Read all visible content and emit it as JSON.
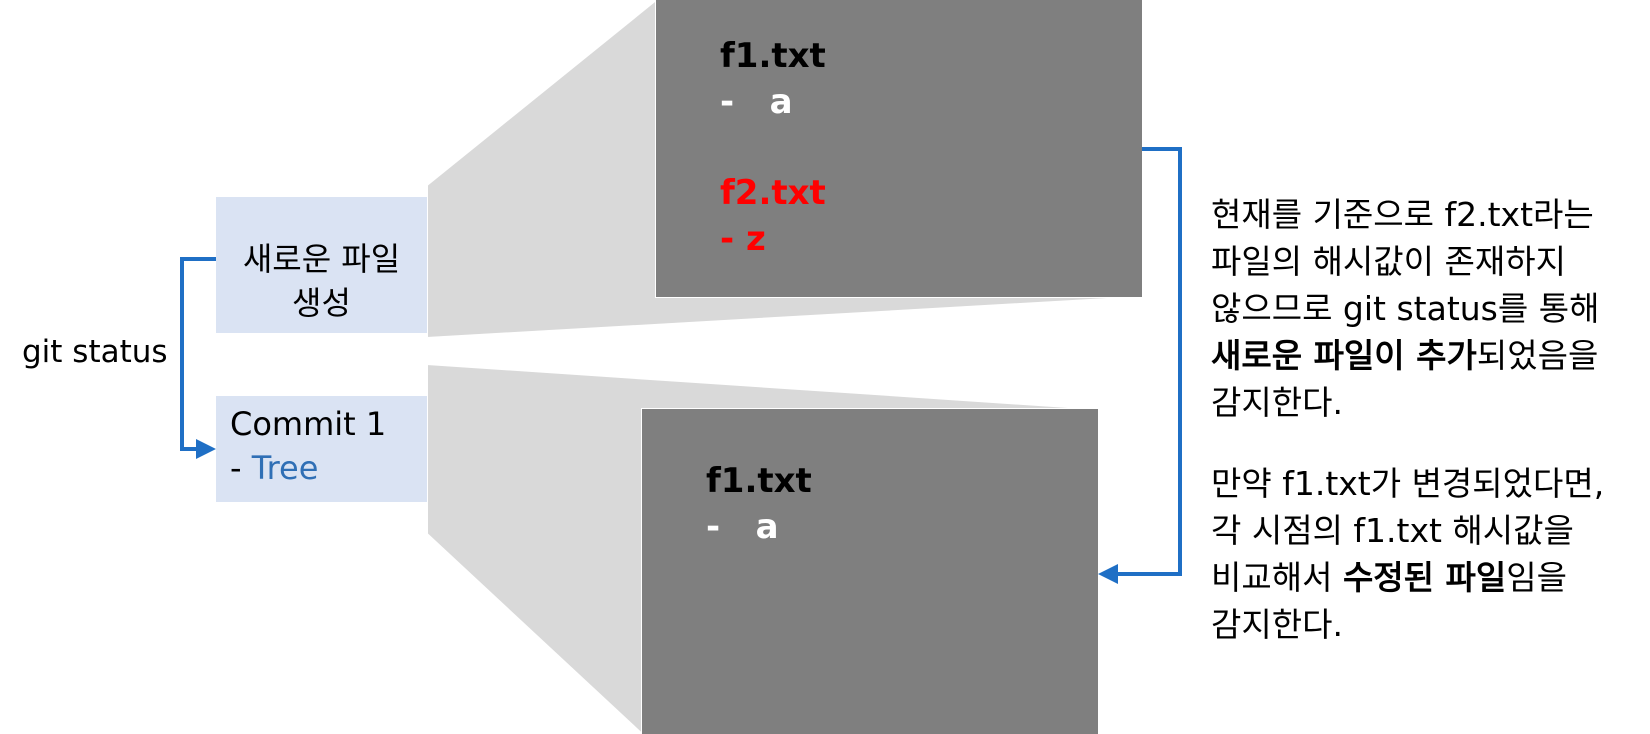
{
  "left": {
    "new_file_line1": "새로운 파일",
    "new_file_line2": "생성",
    "commit_title": "Commit 1",
    "commit_dash": "- ",
    "commit_tree": "Tree",
    "git_status": "git status"
  },
  "top_panel": {
    "f1_name": "f1.txt",
    "f1_content": "-   a",
    "f2_name": "f2.txt",
    "f2_content": "- z"
  },
  "bottom_panel": {
    "f1_name": "f1.txt",
    "f1_content": "-   a"
  },
  "desc1": {
    "line1": "현재를 기준으로 f2.txt라는",
    "line2": "파일의 해시값이 존재하지",
    "line3": "않으므로 git status를 통해",
    "line4_bold": "새로운 파일이 추가",
    "line4_rest": "되었음을",
    "line5": "감지한다."
  },
  "desc2": {
    "line1": "만약 f1.txt가 변경되었다면,",
    "line2": "각 시점의 f1.txt 해시값을",
    "line3_start": "비교해서 ",
    "line3_bold": "수정된 파일",
    "line3_rest": "임을",
    "line4": "감지한다."
  },
  "colors": {
    "box_fill": "#dae3f3",
    "panel_gray": "#7f7f7f",
    "callout_gray": "#d9d9d9",
    "arrow_blue": "#1f6fc5",
    "highlight_red": "#ff0000",
    "tree_blue": "#2f6fb5"
  }
}
